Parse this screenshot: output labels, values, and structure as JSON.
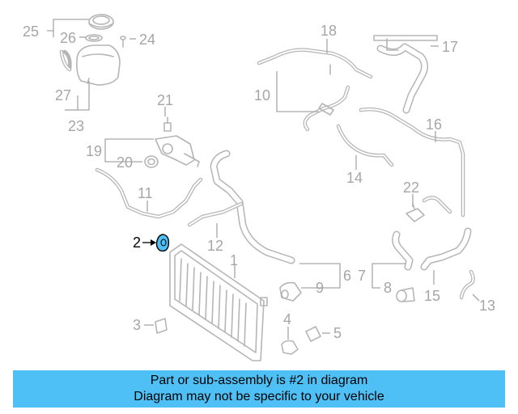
{
  "diagram": {
    "highlight_color": "#4fc0f5",
    "callouts": [
      "25",
      "26",
      "24",
      "27",
      "23",
      "18",
      "17",
      "10",
      "21",
      "19",
      "20",
      "16",
      "14",
      "11",
      "22",
      "12",
      "2",
      "1",
      "6",
      "7",
      "9",
      "8",
      "15",
      "13",
      "3",
      "4",
      "5"
    ]
  },
  "banner": {
    "line1": "Part or sub-assembly is #2 in diagram",
    "line2": "Diagram may not be specific to your vehicle",
    "background": "#4fc0f5"
  }
}
